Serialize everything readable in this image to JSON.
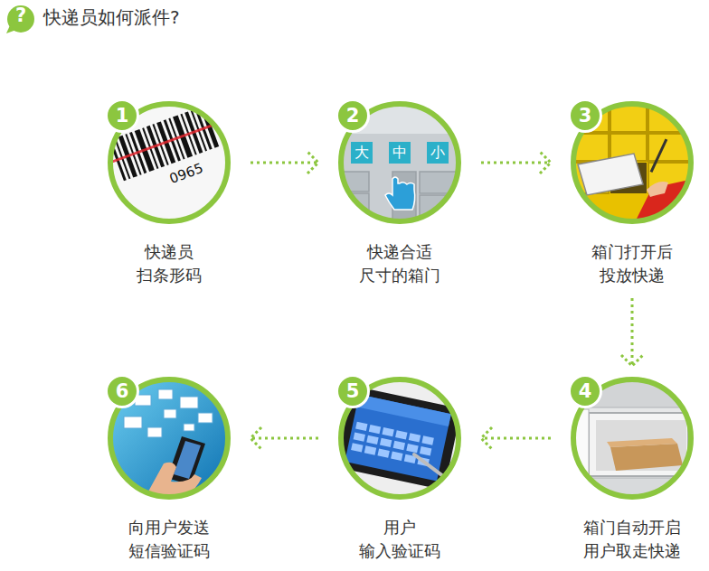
{
  "diagram": {
    "title": "快递员如何派件?",
    "nodes": [
      {
        "text": [
          "1",
          "快递员 扫条形码"
        ]
      },
      {
        "text": [
          "2",
          "快递合适 尺寸的箱门"
        ]
      },
      {
        "text": [
          "3",
          "箱门打开后 投放快递"
        ]
      },
      {
        "text": [
          "4",
          "箱门自动开启 用户取走快递"
        ]
      },
      {
        "text": [
          "5",
          "用户 输入验证码"
        ]
      },
      {
        "text": [
          "6",
          "向用户发送 短信验证码"
        ]
      }
    ],
    "edges": [
      {
        "from": 0,
        "to": 1,
        "arrow": "to"
      },
      {
        "from": 1,
        "to": 2,
        "arrow": "to"
      },
      {
        "from": 2,
        "to": 3,
        "arrow": "to"
      },
      {
        "from": 3,
        "to": 4,
        "arrow": "to"
      },
      {
        "from": 4,
        "to": 5,
        "arrow": "to"
      }
    ],
    "labels": [
      "?",
      "0965",
      "大",
      "中",
      "小"
    ]
  }
}
